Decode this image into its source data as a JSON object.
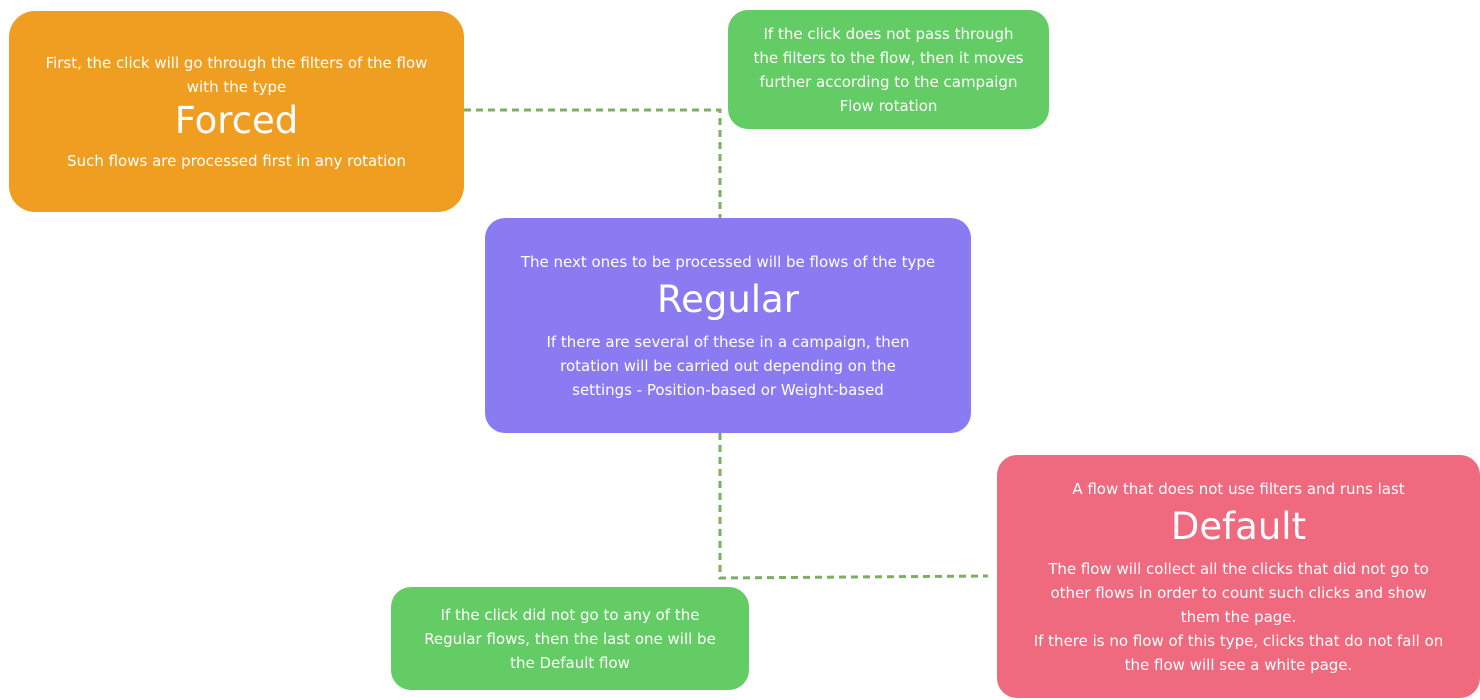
{
  "colors": {
    "forced": "#f09e22",
    "regular": "#8a7bf3",
    "default": "#ef697f",
    "note": "#64cc65",
    "connector": "#7caf61"
  },
  "forced": {
    "intro": "First, the click will go through the filters of the flow with the type",
    "title": "Forced",
    "description": "Such flows are processed first in any rotation"
  },
  "regular": {
    "intro": "The next ones to be processed will be flows of the type",
    "title": "Regular",
    "description": "If there are several of these in a campaign, then rotation will be carried out depending on the settings - Position-based or Weight-based"
  },
  "default": {
    "intro": "A flow that does not use filters and runs last",
    "title": "Default",
    "description_1": "The flow will collect all the clicks that did not go to other flows in order to count such clicks and show them the page.",
    "description_2": "If there is no flow of this type, clicks that do not fall on the flow will see a white page."
  },
  "notes": {
    "top": "If the click does not pass through the filters to the flow, then it moves further according to the campaign Flow rotation",
    "bottom": "If the click did not go to any of the Regular flows, then the last one will be the Default flow"
  }
}
